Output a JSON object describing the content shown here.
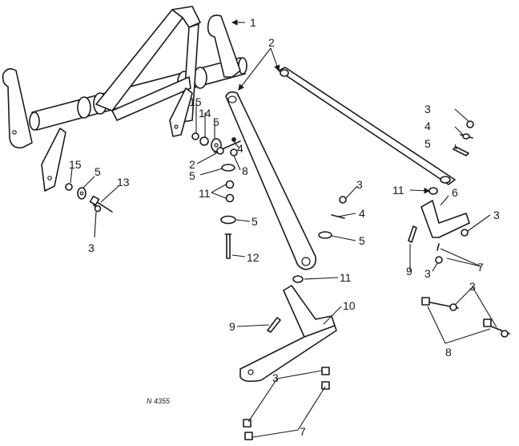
{
  "figure": {
    "reference": "N 4355",
    "callouts": [
      "1",
      "2",
      "3",
      "4",
      "5",
      "6",
      "7",
      "8",
      "9",
      "10",
      "11",
      "12",
      "13",
      "14",
      "15"
    ]
  },
  "colors": {
    "ink": "#1a1a1a",
    "paper": "#ffffff"
  }
}
